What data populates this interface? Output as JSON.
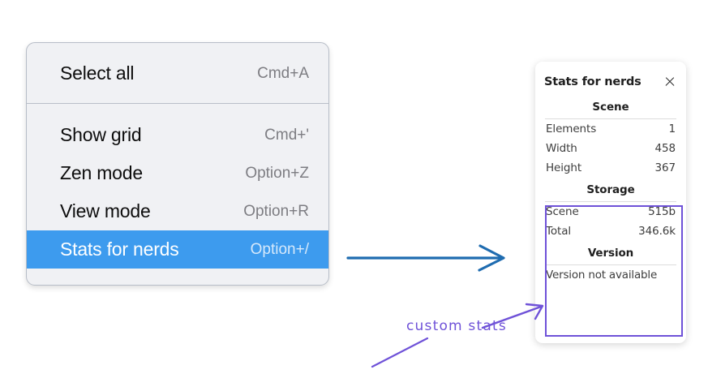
{
  "context_menu": {
    "groups": [
      {
        "items": [
          {
            "label": "Select all",
            "shortcut": "Cmd+A",
            "highlighted": false
          }
        ]
      },
      {
        "items": [
          {
            "label": "Show grid",
            "shortcut": "Cmd+'",
            "highlighted": false
          },
          {
            "label": "Zen mode",
            "shortcut": "Option+Z",
            "highlighted": false
          },
          {
            "label": "View mode",
            "shortcut": "Option+R",
            "highlighted": false
          },
          {
            "label": "Stats for nerds",
            "shortcut": "Option+/",
            "highlighted": true
          }
        ]
      }
    ],
    "highlight_color": "#3d9bee",
    "background_color": "#f0f1f4"
  },
  "stats_panel": {
    "title": "Stats for nerds",
    "close_icon": "close-icon",
    "sections": [
      {
        "heading": "Scene",
        "rows": [
          {
            "key": "Elements",
            "value": "1"
          },
          {
            "key": "Width",
            "value": "458"
          },
          {
            "key": "Height",
            "value": "367"
          }
        ]
      },
      {
        "heading": "Storage",
        "rows": [
          {
            "key": "Scene",
            "value": "515b"
          },
          {
            "key": "Total",
            "value": "346.6k"
          }
        ]
      },
      {
        "heading": "Version",
        "note": "Version not available"
      }
    ]
  },
  "annotations": {
    "label": "custom stats",
    "purple_color": "#6f52d8",
    "blue_color": "#1f6cb0"
  }
}
